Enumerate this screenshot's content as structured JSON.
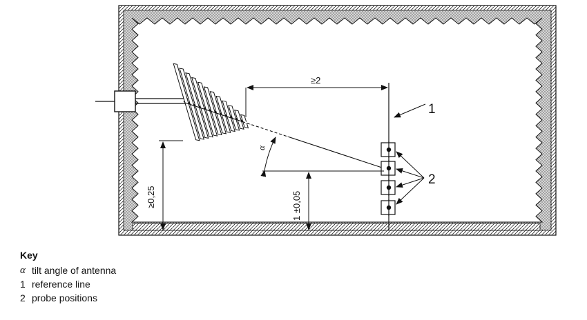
{
  "diagram": {
    "dimensions": {
      "min_distance": "≥2",
      "antenna_height": "≥0,25",
      "probe_height": "1 ±0,05",
      "tilt_symbol": "α"
    },
    "callouts": {
      "reference_line": "1",
      "probe_positions": "2"
    }
  },
  "key": {
    "title": "Key",
    "items": [
      {
        "symbol": "α",
        "text": "tilt angle of antenna"
      },
      {
        "symbol": "1",
        "text": "reference line"
      },
      {
        "symbol": "2",
        "text": "probe positions"
      }
    ]
  }
}
